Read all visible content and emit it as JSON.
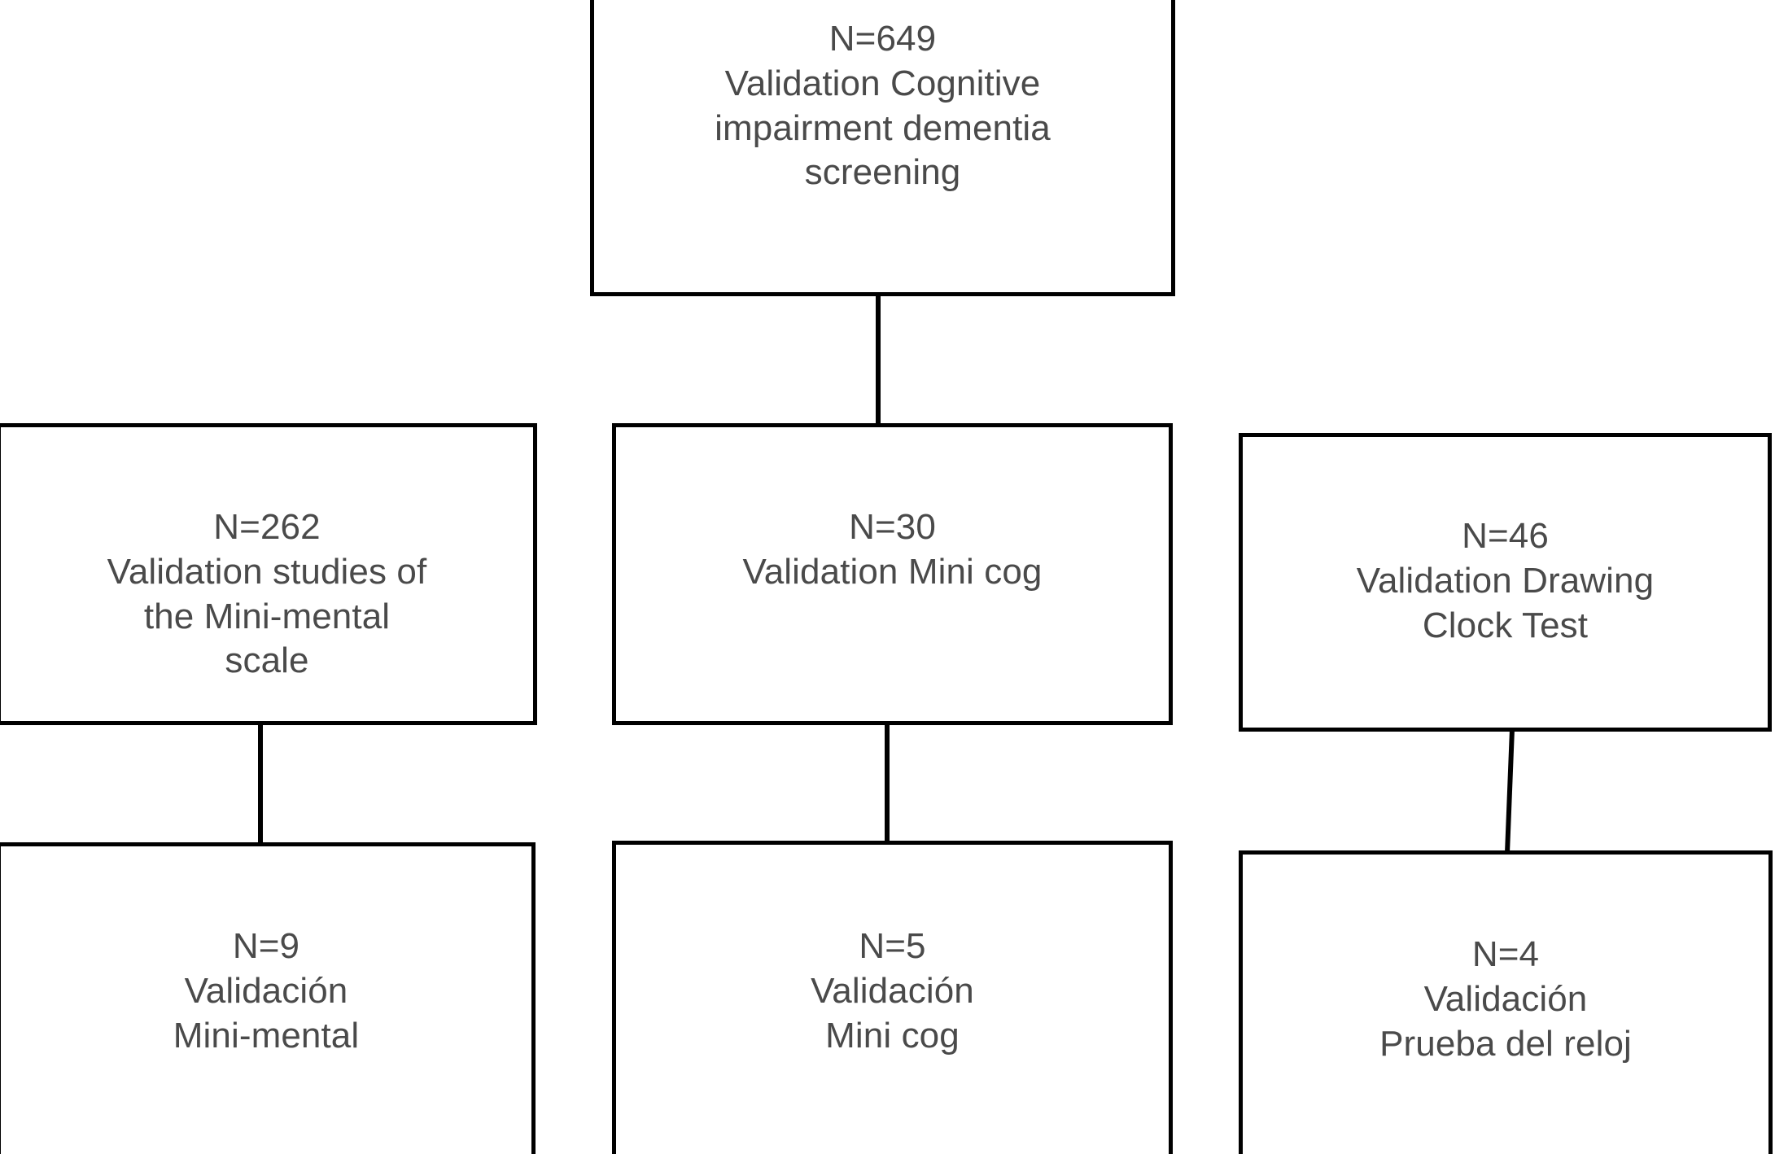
{
  "diagram": {
    "type": "flowchart",
    "orientation": "top-down",
    "title": "",
    "background_color": "#ffffff",
    "box_border_color": "#000000",
    "text_color": "#4a4a4a",
    "nodes": [
      {
        "id": "root",
        "level": 1,
        "count_label": "N=649",
        "description": "Validation Cognitive impairment dementia screening",
        "text": "N=649\nValidation Cognitive\nimpairment dementia\nscreening",
        "language": "en"
      },
      {
        "id": "minimental",
        "level": 2,
        "column": "left",
        "count_label": "N=262",
        "description": "Validation studies of the Mini-mental scale",
        "text": "N=262\nValidation studies of\nthe Mini-mental\nscale",
        "language": "en"
      },
      {
        "id": "minicog",
        "level": 2,
        "column": "center",
        "count_label": "N=30",
        "description": "Validation Mini cog",
        "text": "N=30\nValidation Mini cog",
        "language": "en"
      },
      {
        "id": "clock",
        "level": 2,
        "column": "right",
        "count_label": "N=46",
        "description": "Validation Drawing Clock Test",
        "text": "N=46\nValidation Drawing\nClock Test",
        "language": "en"
      },
      {
        "id": "val-mm",
        "level": 3,
        "column": "left",
        "count_label": "N=9",
        "description": "Validación Mini-mental",
        "text": "N=9\nValidación\nMini-mental",
        "language": "es"
      },
      {
        "id": "val-mc",
        "level": 3,
        "column": "center",
        "count_label": "N=5",
        "description": "Validación Mini cog",
        "text": "N=5\nValidación\nMini cog",
        "language": "es"
      },
      {
        "id": "val-cl",
        "level": 3,
        "column": "right",
        "count_label": "N=4",
        "description": "Validación Prueba del reloj",
        "text": "N=4\nValidación\nPrueba del reloj",
        "language": "es"
      }
    ],
    "edges": [
      {
        "from": "root",
        "to": "minicog",
        "style": "straight-vertical"
      },
      {
        "from": "minimental",
        "to": "val-mm",
        "style": "straight-vertical"
      },
      {
        "from": "minicog",
        "to": "val-mc",
        "style": "straight-vertical"
      },
      {
        "from": "clock",
        "to": "val-cl",
        "style": "slight-slant-vertical"
      }
    ]
  }
}
